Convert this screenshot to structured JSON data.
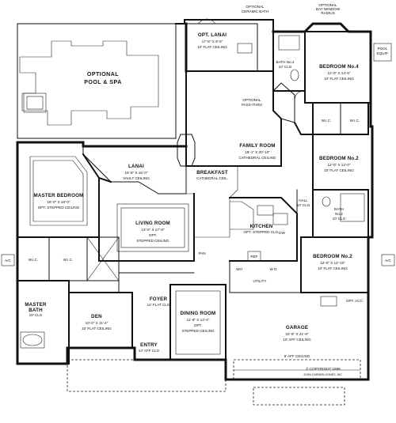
{
  "rooms": {
    "pool": {
      "name_1": "OPTIONAL",
      "name_2": "POOL & SPA"
    },
    "opt_lanai": {
      "name": "OPT. LANAI",
      "dim": "17'-8\" X 9'-0\"",
      "ceiling": "10' FLAT CEILING"
    },
    "optional_ceramic_bath": {
      "name_1": "OPTIONAL",
      "name_2": "CERAMIC BATH"
    },
    "bay_window": {
      "name_1": "OPTIONAL",
      "name_2": "BAY WINDOW",
      "name_3": "RADIUS"
    },
    "pool_equip": {
      "name_1": "POOL",
      "name_2": "EQUIP."
    },
    "bath_4": {
      "name": "BATH No.4",
      "ceiling": "10' CLG"
    },
    "bedroom_4": {
      "name": "BEDROOM No.4",
      "dim": "12'-0\" X 14'-6\"",
      "ceiling": "10' FLAT CEILING"
    },
    "optional_pass": {
      "name_1": "OPTIONAL",
      "name_2": "PASS-THRU"
    },
    "family_room": {
      "name": "FAMILY ROOM",
      "dim": "18'-1\" X 20'-10\"",
      "ceiling": "CATHEDRAL CEILING"
    },
    "lanai": {
      "name": "LANAI",
      "dim": "15'-6\" X 16'-0\"",
      "ceiling": "VAULT CEILING"
    },
    "wic_bed": {
      "name": "W.I.C."
    },
    "bedroom_2a": {
      "name": "BEDROOM No.2",
      "dim": "12'-0\" X 12'-0\"",
      "ceiling": "10' FLAT CEILING"
    },
    "breakfast": {
      "name": "BREAKFAST",
      "ceiling": "CATHEDRAL CEIL."
    },
    "master_bedroom": {
      "name": "MASTER BEDROOM",
      "dim": "16'-0\" X 18'-0\"",
      "ceiling": "OPT. STEPPED CEILING"
    },
    "living_room": {
      "name": "LIVING ROOM",
      "dim": "13'-0\" X 17'-8\"",
      "ceiling_1": "OPT.",
      "ceiling_2": "STEPPED CEILING"
    },
    "kitchen": {
      "name": "KITCHEN",
      "ceiling": "OPT. STEPPED CLG."
    },
    "hall": {
      "name": "HALL",
      "ceiling": "10' CLG"
    },
    "bath_2": {
      "name": "BATH",
      "sub": "No.2",
      "ceiling": "10' CLG"
    },
    "bedroom_2b": {
      "name": "BEDROOM No.2",
      "dim": "12'-0\" X 12'-10\"",
      "ceiling": "10' FLAT CEILING"
    },
    "wic_left": {
      "name": "W.I.C."
    },
    "wic_center": {
      "name": "W.I.C."
    },
    "ac_left": {
      "name": "A/C"
    },
    "ac_right": {
      "name": "A/C"
    },
    "ref": {
      "name": "REF"
    },
    "pan": {
      "name": "PAN"
    },
    "dw": {
      "name": "DW"
    },
    "wh": {
      "name": "WH"
    },
    "w_d": {
      "name": "W  D"
    },
    "utility": {
      "name": "UTILITY"
    },
    "opt_acc": {
      "name": "OPT. ACC."
    },
    "foyer": {
      "name": "FOYER",
      "ceiling": "14' FLAT CLG"
    },
    "master_bath": {
      "name": "MASTER",
      "name_2": "BATH",
      "ceiling": "10' CLG"
    },
    "den": {
      "name": "DEN",
      "dim": "10'-0\" X 11'-4\"",
      "ceiling": "10' FLAT CEILING"
    },
    "dining_room": {
      "name": "DINING ROOM",
      "dim": "11'-8\" X 14'-4\"",
      "ceiling_1": "OPT.",
      "ceiling_2": "STEPPED CEILING"
    },
    "entry": {
      "name": "ENTRY",
      "ceiling": "14' AFF CLG"
    },
    "garage": {
      "name": "GARAGE",
      "dim": "22'-6\" X 21'-8\"",
      "ceiling": "10' AFF CEILING"
    },
    "garage_door": {
      "label": "8' AFF CEILING"
    }
  },
  "copyright": {
    "line_1": "© COPYRIGHT 1998",
    "line_2": "JOHN CARMEN HOMES, INC."
  }
}
